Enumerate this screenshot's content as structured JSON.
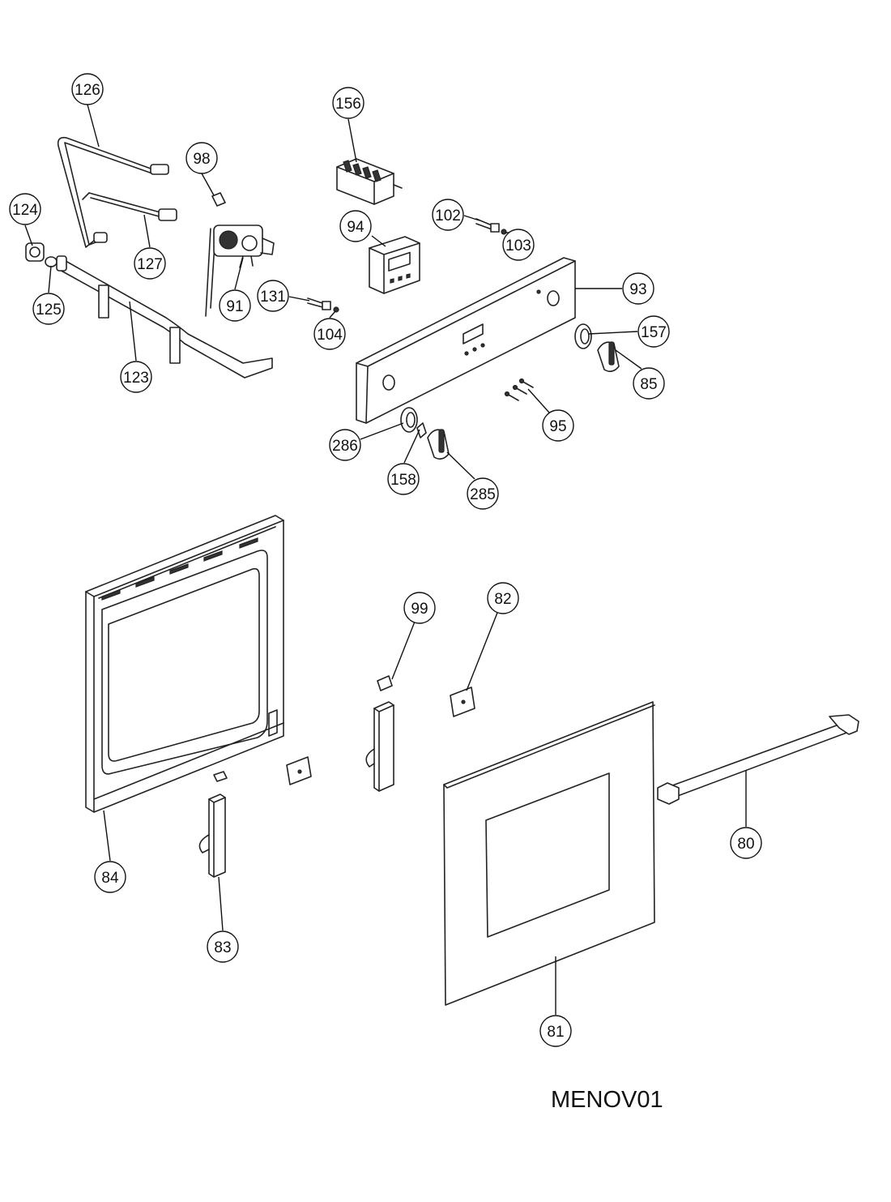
{
  "diagram_code": "MENOV01",
  "callouts": [
    {
      "id": "c126",
      "label": "126"
    },
    {
      "id": "c98",
      "label": "98"
    },
    {
      "id": "c156",
      "label": "156"
    },
    {
      "id": "c124",
      "label": "124"
    },
    {
      "id": "c127",
      "label": "127"
    },
    {
      "id": "c125",
      "label": "125"
    },
    {
      "id": "c91",
      "label": "91"
    },
    {
      "id": "c131",
      "label": "131"
    },
    {
      "id": "c104",
      "label": "104"
    },
    {
      "id": "c123",
      "label": "123"
    },
    {
      "id": "c94",
      "label": "94"
    },
    {
      "id": "c102",
      "label": "102"
    },
    {
      "id": "c103",
      "label": "103"
    },
    {
      "id": "c93",
      "label": "93"
    },
    {
      "id": "c157",
      "label": "157"
    },
    {
      "id": "c85",
      "label": "85"
    },
    {
      "id": "c95",
      "label": "95"
    },
    {
      "id": "c286",
      "label": "286"
    },
    {
      "id": "c158",
      "label": "158"
    },
    {
      "id": "c285",
      "label": "285"
    },
    {
      "id": "c99",
      "label": "99"
    },
    {
      "id": "c82",
      "label": "82"
    },
    {
      "id": "c84",
      "label": "84"
    },
    {
      "id": "c83",
      "label": "83"
    },
    {
      "id": "c80",
      "label": "80"
    },
    {
      "id": "c81",
      "label": "81"
    }
  ]
}
